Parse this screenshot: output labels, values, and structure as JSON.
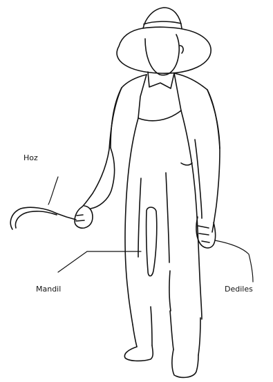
{
  "labels": {
    "hoz": "Hoz",
    "mandil": "Mandil",
    "dediles": "Dediles"
  },
  "colors": {
    "ink": "#111111",
    "background": "#ffffff"
  }
}
